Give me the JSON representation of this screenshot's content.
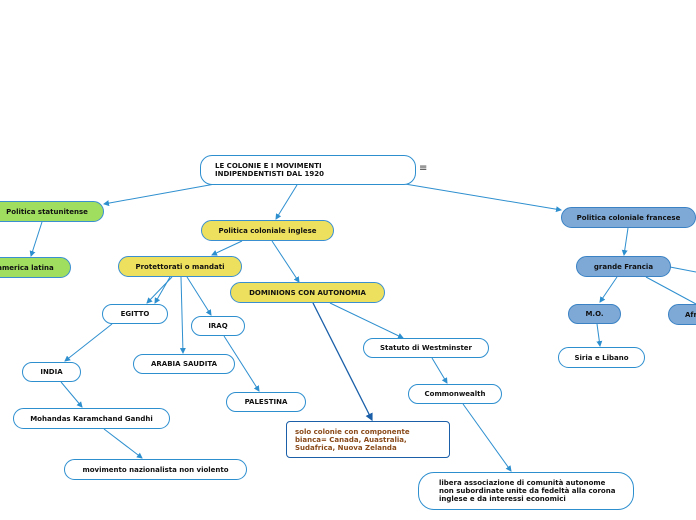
{
  "root": "LE COLONIE E I MOVIMENTI\nINDIPENDENTISTI DAL 1920",
  "nodes": {
    "politica_statunitense": "Politica statunitense",
    "america_latina": "america latina",
    "politica_inglese": "Politica coloniale inglese",
    "protettorati": "Protettorati o mandati",
    "dominions": "DOMINIONS CON AUTONOMIA",
    "egitto": "EGITTO",
    "iraq": "IRAQ",
    "arabia": "ARABIA SAUDITA",
    "palestina": "PALESTINA",
    "india": "INDIA",
    "gandhi": "Mohandas Karamchand Gandhi",
    "movimento": "movimento nazionalista  non violento",
    "statuto": "Statuto di Westminster",
    "commonwealth": "Commonwealth",
    "solo_colonie": "solo colonie con componente bianca= Canada, Auastralia, Sudafrica, Nuova Zelanda",
    "libera": "libera associazione di comunità autonome non subordinate unite da fedeltà alla corona inglese e da interessi economici",
    "politica_francese": "Politica coloniale francese",
    "grande_francia": "grande Francia",
    "mo": "M.O.",
    "siria": "Siria e Libano",
    "afr": "Afr"
  },
  "colors": {
    "line": "#2e8fcf",
    "yellow": "#ede05e",
    "green": "#9fde5f",
    "blue": "#7ea9d7"
  }
}
